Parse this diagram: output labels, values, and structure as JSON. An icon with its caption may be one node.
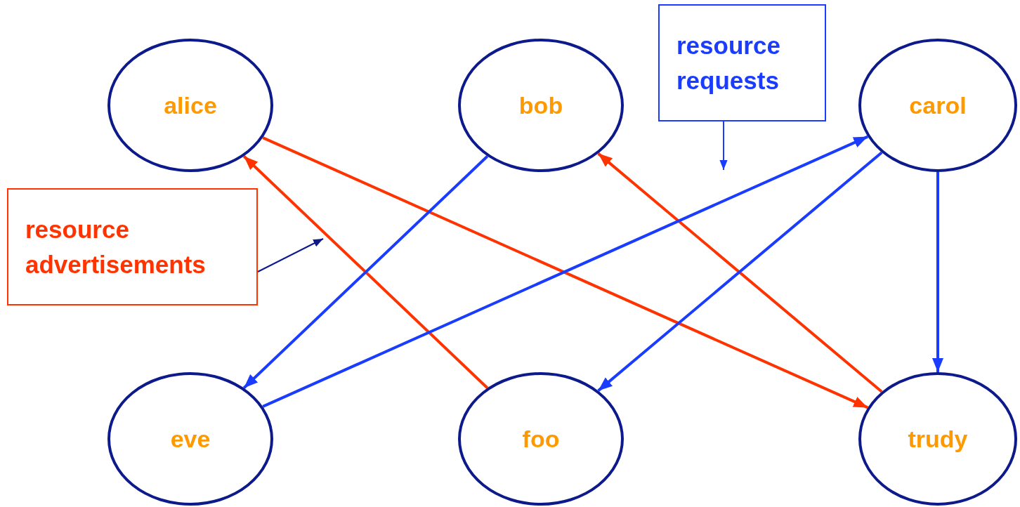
{
  "diagram": {
    "nodes": [
      {
        "text": [
          "alice"
        ]
      },
      {
        "text": [
          "bob"
        ]
      },
      {
        "text": [
          "carol"
        ]
      },
      {
        "text": [
          "eve"
        ]
      },
      {
        "text": [
          "foo"
        ]
      },
      {
        "text": [
          "trudy"
        ]
      },
      {
        "text": [
          "resource requests"
        ]
      },
      {
        "text": [
          "resource advertisements"
        ]
      }
    ],
    "edges": [
      {
        "from": 0,
        "to": 5,
        "arrow": "to",
        "color": "#ff3300"
      },
      {
        "from": 4,
        "to": 0,
        "arrow": "to",
        "color": "#ff3300"
      },
      {
        "from": 5,
        "to": 1,
        "arrow": "to",
        "color": "#ff3300"
      },
      {
        "from": 1,
        "to": 3,
        "arrow": "to",
        "color": "#1a3cff"
      },
      {
        "from": 3,
        "to": 2,
        "arrow": "to",
        "color": "#1a3cff"
      },
      {
        "from": 2,
        "to": 4,
        "arrow": "to",
        "color": "#1a3cff"
      },
      {
        "from": 2,
        "to": 5,
        "arrow": "to",
        "color": "#1a3cff"
      },
      {
        "from": 6,
        "to": null,
        "arrow": "to",
        "color": "#1a3cff"
      },
      {
        "from": 7,
        "to": null,
        "arrow": "to",
        "color": "#0d1a8c"
      }
    ]
  }
}
